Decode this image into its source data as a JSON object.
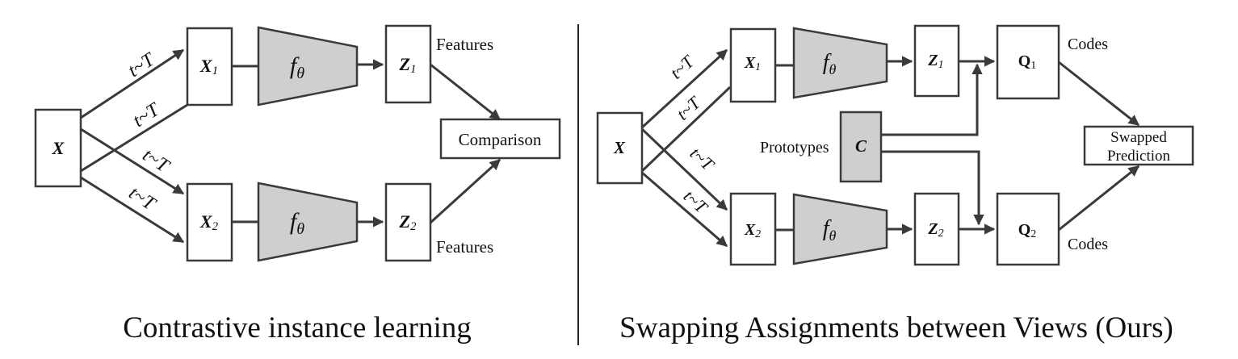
{
  "left": {
    "title": "Contrastive instance learning",
    "input": "X",
    "view1": {
      "base": "X",
      "sub": "1"
    },
    "view2": {
      "base": "X",
      "sub": "2"
    },
    "encoder": {
      "base": "f",
      "sub": "θ"
    },
    "feat1": {
      "base": "Z",
      "sub": "1"
    },
    "feat2": {
      "base": "Z",
      "sub": "2"
    },
    "features_top": "Features",
    "features_bottom": "Features",
    "comparison": "Comparison",
    "aug": {
      "t": "t",
      "tilde": "~",
      "T": "T"
    }
  },
  "right": {
    "title": "Swapping Assignments between Views (Ours)",
    "input": "X",
    "view1": {
      "base": "X",
      "sub": "1"
    },
    "view2": {
      "base": "X",
      "sub": "2"
    },
    "encoder": {
      "base": "f",
      "sub": "θ"
    },
    "feat1": {
      "base": "Z",
      "sub": "1"
    },
    "feat2": {
      "base": "Z",
      "sub": "2"
    },
    "prototypes_label": "Prototypes",
    "prototypes": "C",
    "code1": {
      "base": "Q",
      "sub": "1"
    },
    "code2": {
      "base": "Q",
      "sub": "2"
    },
    "codes_top": "Codes",
    "codes_bottom": "Codes",
    "prediction_line1": "Swapped",
    "prediction_line2": "Prediction",
    "aug": {
      "t": "t",
      "tilde": "~",
      "T": "T"
    }
  },
  "colors": {
    "stroke": "#3a3a3a",
    "encoder_fill": "#cfcfcf",
    "prototype_fill": "#cfcfcf"
  }
}
